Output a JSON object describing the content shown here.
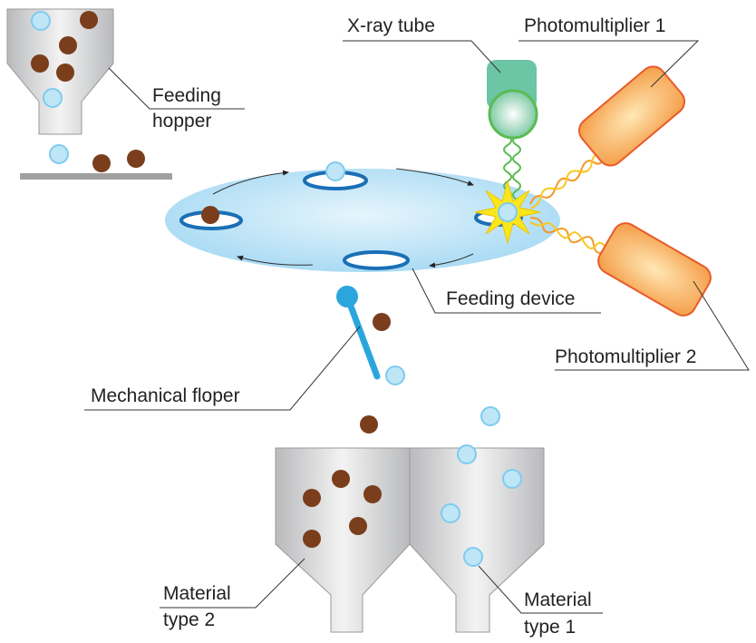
{
  "labels": {
    "xray_tube": "X-ray tube",
    "photomultiplier_1": "Photomultiplier 1",
    "photomultiplier_2": "Photomultiplier 2",
    "feeding_hopper_line1": "Feeding",
    "feeding_hopper_line2": "hopper",
    "feeding_device": "Feeding device",
    "mechanical_floper": "Mechanical floper",
    "material_type_2_line1": "Material",
    "material_type_2_line2": "type 2",
    "material_type_1_line1": "Material",
    "material_type_1_line2": "type 1"
  },
  "colors": {
    "disk": "#c6e8f8",
    "ring": "#1a6fb5",
    "xray_tube": "#6cc5a5",
    "photomultiplier": "#f6a85a",
    "photomultiplier_border": "#e85a2a",
    "floper": "#2aa6dc",
    "brown_particle": "#7a3e1c",
    "blue_particle": "#bfe6f7"
  }
}
